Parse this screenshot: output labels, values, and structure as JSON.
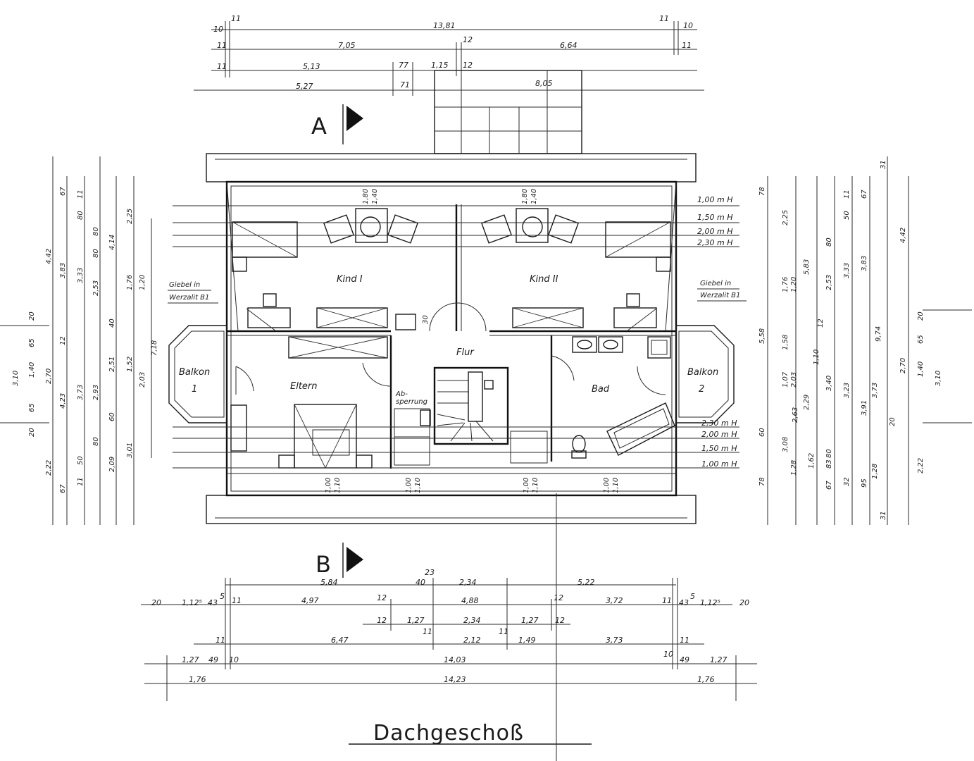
{
  "title": "Dachgeschoß",
  "sections": [
    "A",
    "B"
  ],
  "rooms": {
    "kind1": "Kind I",
    "kind2": "Kind II",
    "eltern": "Eltern",
    "flur": "Flur",
    "bad": "Bad",
    "balkon1": "Balkon",
    "balkon1_num": "1",
    "balkon2": "Balkon",
    "balkon2_num": "2",
    "absperrung": "Ab-\nsperrung"
  },
  "notes": {
    "giebel_left_1": "Giebel in",
    "giebel_left_2": "Werzalit B1",
    "giebel_right_1": "Giebel in",
    "giebel_right_2": "Werzalit B1"
  },
  "heights": [
    "1,00 m H",
    "1,50 m H",
    "2,00 m H",
    "2,30 m H"
  ],
  "top_dims": {
    "row1": [
      "10",
      "11",
      "13,81",
      "11",
      "10"
    ],
    "row2": [
      "11",
      "7,05",
      "12",
      "6,64",
      "11"
    ],
    "row3": [
      "11",
      "5,13",
      "77",
      "1,15",
      "12"
    ],
    "row4": [
      "5,27",
      "71",
      "8,05"
    ]
  },
  "bottom_dims": {
    "row1": [
      "5,84",
      "40",
      "23",
      "2,34",
      "5,22"
    ],
    "row2": [
      "20",
      "1,12⁵",
      "43",
      "5",
      "11",
      "4,97",
      "12",
      "4,88",
      "12",
      "3,72",
      "11",
      "43",
      "5",
      "1,12⁵",
      "20"
    ],
    "row3": [
      "12",
      "1,27",
      "2,34",
      "1,27",
      "12"
    ],
    "row4": [
      "11",
      "6,47",
      "11",
      "2,12",
      "11",
      "1,49",
      "3,73",
      "11"
    ],
    "row5": [
      "1,27",
      "49",
      "10",
      "14,03",
      "10",
      "49",
      "1,27"
    ],
    "row6": [
      "1,76",
      "14,23",
      "1,76"
    ]
  },
  "left_dims": [
    "4,42",
    "67",
    "11",
    "3,83",
    "80",
    "3,33",
    "80",
    "2,53",
    "4,14",
    "2,25",
    "1,76",
    "1,20",
    "20",
    "3,10",
    "1,40",
    "65",
    "2,70",
    "12",
    "4,23",
    "3,73",
    "2,93",
    "2,51",
    "1,52",
    "2,03",
    "7,18",
    "20",
    "65",
    "80",
    "2,09",
    "3,01",
    "60",
    "2,22",
    "50",
    "67",
    "11",
    "80",
    "40"
  ],
  "right_dims": [
    "31",
    "78",
    "2,25",
    "50",
    "11",
    "67",
    "4,42",
    "5,83",
    "3,83",
    "3,33",
    "2,53",
    "80",
    "1,76",
    "1,20",
    "5,58",
    "20",
    "1,58",
    "12",
    "1,10",
    "9,74",
    "65",
    "1,07",
    "2,03",
    "3,40",
    "3,23",
    "2,70",
    "1,40",
    "3,10",
    "2,29",
    "2,63",
    "3,91",
    "3,73",
    "20",
    "3,08",
    "60",
    "80",
    "1,62",
    "1,28",
    "83",
    "1,28",
    "2,22",
    "78",
    "67",
    "32",
    "95",
    "31"
  ],
  "sill_labels": [
    "1,00",
    "1,10",
    "1,00",
    "1,10",
    "1,00",
    "1,10",
    "1,00",
    "1,10",
    "1,80",
    "1,40",
    "1,80",
    "1,40"
  ],
  "stair_label": "30"
}
